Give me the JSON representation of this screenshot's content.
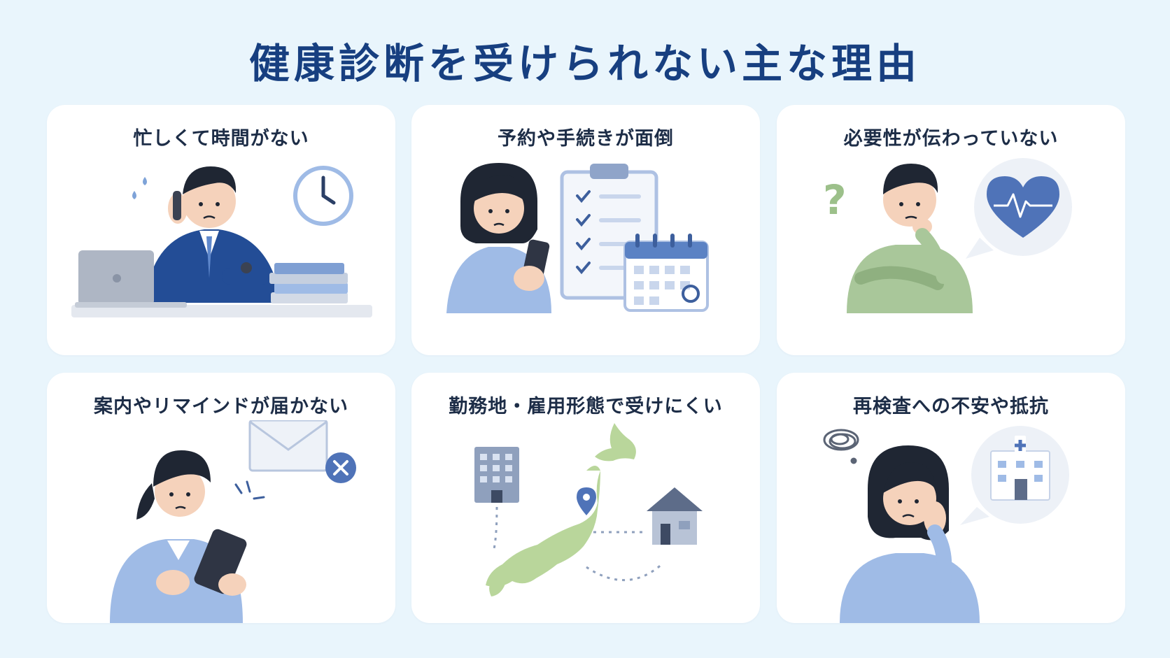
{
  "title": "健康診断を受けられない主な理由",
  "cards": [
    {
      "label": "忙しくて時間がない"
    },
    {
      "label": "予約や手続きが面倒"
    },
    {
      "label": "必要性が伝わっていない"
    },
    {
      "label": "案内やリマインドが届かない"
    },
    {
      "label": "勤務地・雇用形態で受けにくい"
    },
    {
      "label": "再検査への不安や抵抗"
    }
  ],
  "colors": {
    "background": "#e9f5fc",
    "title": "#173f80",
    "card": "#ffffff",
    "accent_blue": "#4f73b8",
    "light_blue": "#9fbbe6",
    "green": "#a9c79a",
    "map_green": "#b9d69b"
  },
  "icons": [
    "busy-businessman-illustration",
    "clock-icon",
    "laptop-icon",
    "books-icon",
    "woman-phone-illustration",
    "clipboard-checklist-icon",
    "calendar-icon",
    "thinking-man-illustration",
    "question-mark-icon",
    "heart-pulse-icon",
    "woman-tablet-illustration",
    "envelope-x-icon",
    "japan-map-icon",
    "office-building-icon",
    "house-icon",
    "location-pin-icon",
    "worried-woman-illustration",
    "hospital-icon",
    "scribble-icon"
  ]
}
